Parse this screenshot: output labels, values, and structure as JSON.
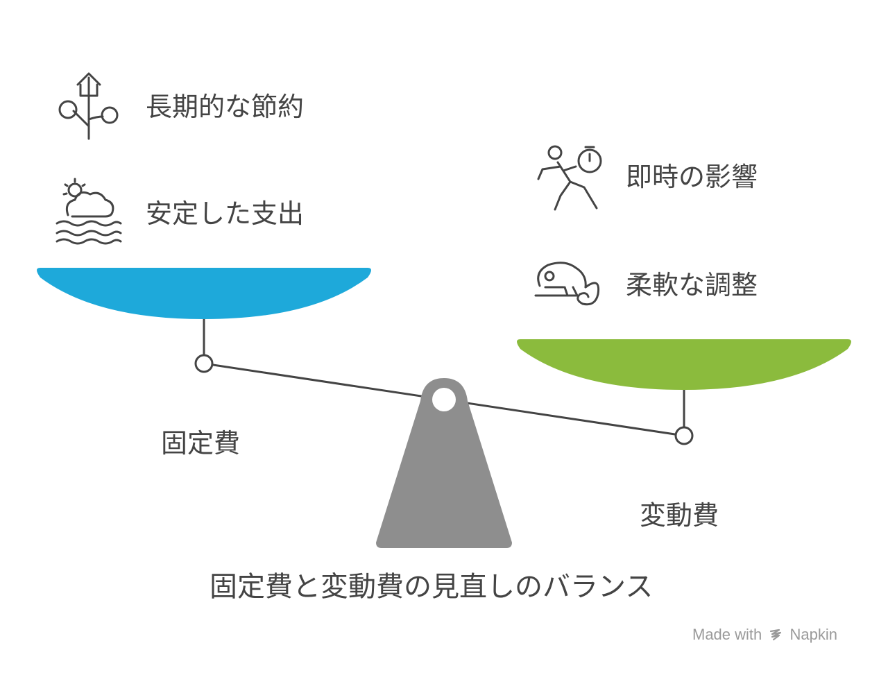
{
  "left_side": {
    "label": "固定費",
    "color": "#1ea9da",
    "benefits": [
      {
        "text": "長期的な節約",
        "icon": "growing-plant-icon"
      },
      {
        "text": "安定した支出",
        "icon": "sun-cloud-waves-icon"
      }
    ]
  },
  "right_side": {
    "label": "変動費",
    "color": "#8bbb3d",
    "benefits": [
      {
        "text": "即時の影響",
        "icon": "running-stopwatch-icon"
      },
      {
        "text": "柔軟な調整",
        "icon": "chameleon-icon"
      }
    ]
  },
  "fulcrum_color": "#8e8e8e",
  "caption": "固定費と変動費の見直しのバランス",
  "watermark": {
    "made_with": "Made with",
    "brand": "Napkin"
  }
}
